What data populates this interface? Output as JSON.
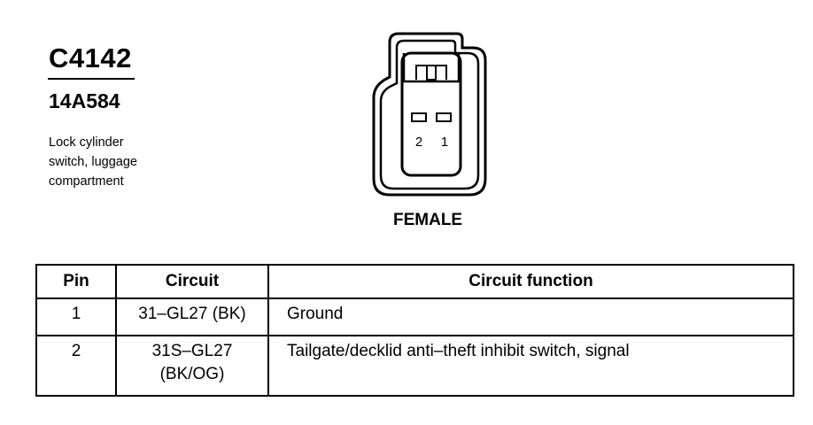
{
  "connector": {
    "id": "C4142",
    "part_number": "14A584",
    "description_lines": [
      "Lock cylinder",
      "switch, luggage",
      "compartment"
    ],
    "gender": "FEMALE",
    "pin_labels": [
      "2",
      "1"
    ]
  },
  "table": {
    "headers": {
      "pin": "Pin",
      "circuit": "Circuit",
      "function": "Circuit function"
    },
    "rows": [
      {
        "pin": "1",
        "circuit_lines": [
          "31–GL27 (BK)"
        ],
        "function": "Ground"
      },
      {
        "pin": "2",
        "circuit_lines": [
          "31S–GL27",
          "(BK/OG)"
        ],
        "function": "Tailgate/decklid anti–theft inhibit switch, signal"
      }
    ]
  }
}
